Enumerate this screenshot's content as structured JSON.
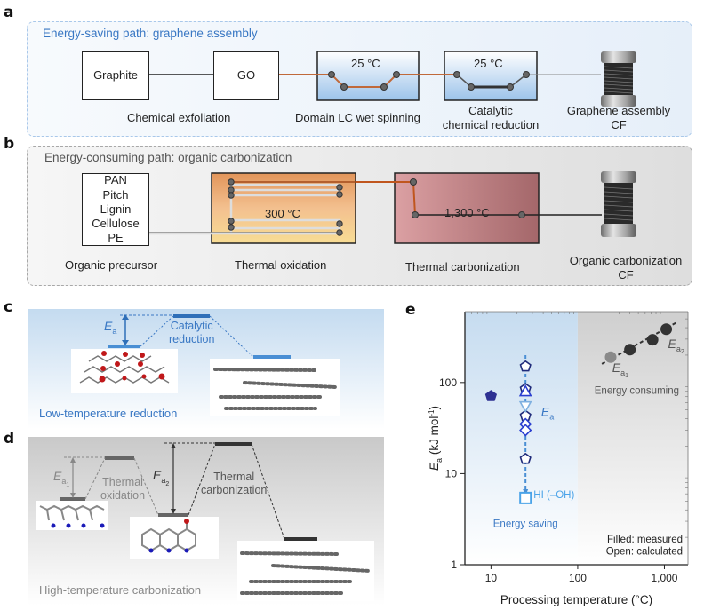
{
  "panels": {
    "a": {
      "letter": "a",
      "title": "Energy-saving path: graphene assembly",
      "colors": {
        "title": "#3a78c4",
        "border": "#a9c8ea",
        "bg": "#f1f6fc",
        "fiber": "#c0693a"
      },
      "boxes": {
        "graphite": "Graphite",
        "go": "GO"
      },
      "bath_temps": {
        "wet_spinning": "25 °C",
        "reduction": "25 °C"
      },
      "captions": {
        "exfoliation": "Chemical exfoliation",
        "wet_spinning": "Domain LC wet spinning",
        "reduction_line1": "Catalytic",
        "reduction_line2": "chemical reduction",
        "cf_line1": "Graphene assembly",
        "cf_line2": "CF"
      }
    },
    "b": {
      "letter": "b",
      "title": "Energy-consuming path: organic carbonization",
      "colors": {
        "title": "#555555",
        "border": "#a8a8a8",
        "bg": "#ececec"
      },
      "precursors": [
        "PAN",
        "Pitch",
        "Lignin",
        "Cellulose",
        "PE"
      ],
      "oxidation_temp": "300 °C",
      "carbonization_temp": "1,300 °C",
      "captions": {
        "precursor": "Organic precursor",
        "oxidation": "Thermal oxidation",
        "carbonization": "Thermal carbonization",
        "cf_line1": "Organic carbonization",
        "cf_line2": "CF"
      }
    },
    "c": {
      "letter": "c",
      "ea_symbol": "E",
      "ea_sub": "a",
      "step_line1": "Catalytic",
      "step_line2": "reduction",
      "footer": "Low-temperature reduction",
      "colors": {
        "accent": "#3a78c4",
        "level": "#4a8fd4"
      }
    },
    "d": {
      "letter": "d",
      "ea1_symbol": "E",
      "ea1_sub": "a",
      "ea1_subsub": "1",
      "ea2_symbol": "E",
      "ea2_sub": "a",
      "ea2_subsub": "2",
      "step1_line1": "Thermal",
      "step1_line2": "oxidation",
      "step2_line1": "Thermal",
      "step2_line2": "carbonization",
      "footer": "High-temperature carbonization"
    },
    "e": {
      "letter": "e"
    }
  },
  "chart_data": {
    "type": "scatter",
    "title": "",
    "xlabel": "Processing temperature (°C)",
    "ylabel": "E_a (kJ mol^-1)",
    "xscale": "log",
    "yscale": "log",
    "xlim": [
      5,
      1870
    ],
    "ylim": [
      1,
      600
    ],
    "xticks": [
      {
        "value": 10,
        "label": "10"
      },
      {
        "value": 100,
        "label": "100"
      },
      {
        "value": 1000,
        "label": "1,000"
      }
    ],
    "yticks": [
      {
        "value": 1,
        "label": "1"
      },
      {
        "value": 10,
        "label": "10"
      },
      {
        "value": 100,
        "label": "100"
      }
    ],
    "regions": [
      {
        "name": "Energy saving",
        "x_range": [
          5,
          100
        ],
        "color": "#c6dcf0"
      },
      {
        "name": "Energy consuming",
        "x_range": [
          100,
          1870
        ],
        "color": "#cfcfcf"
      }
    ],
    "series": [
      {
        "name": "measured-pentagon",
        "marker": "pentagon",
        "filled": true,
        "color": "#2e3192",
        "points": [
          {
            "x": 10,
            "y": 71
          }
        ]
      },
      {
        "name": "calculated-pentagon",
        "marker": "pentagon",
        "filled": false,
        "color": "#1f2a7a",
        "points": [
          {
            "x": 25,
            "y": 150
          },
          {
            "x": 25,
            "y": 85
          },
          {
            "x": 25,
            "y": 43
          },
          {
            "x": 25,
            "y": 14.5
          }
        ]
      },
      {
        "name": "calculated-triangle",
        "marker": "triangle-up",
        "filled": false,
        "color": "#2b3fd0",
        "points": [
          {
            "x": 25,
            "y": 80
          }
        ]
      },
      {
        "name": "calculated-triangle-down",
        "marker": "triangle-down",
        "filled": false,
        "color": "#7fb0e0",
        "points": [
          {
            "x": 25,
            "y": 55
          }
        ]
      },
      {
        "name": "calculated-diamond",
        "marker": "diamond",
        "filled": false,
        "color": "#2b3fd0",
        "points": [
          {
            "x": 25,
            "y": 35
          },
          {
            "x": 25,
            "y": 30
          }
        ]
      },
      {
        "name": "HI (-OH)",
        "marker": "square",
        "filled": false,
        "color": "#4aa3e8",
        "points": [
          {
            "x": 25,
            "y": 5.4
          }
        ]
      },
      {
        "name": "carbonization-Ea1",
        "marker": "circle",
        "filled": true,
        "color": "#8a8a8a",
        "points": [
          {
            "x": 240,
            "y": 190
          }
        ]
      },
      {
        "name": "carbonization",
        "marker": "circle",
        "filled": true,
        "color": "#333333",
        "points": [
          {
            "x": 400,
            "y": 230
          },
          {
            "x": 730,
            "y": 295
          },
          {
            "x": 1050,
            "y": 385
          }
        ]
      }
    ],
    "lines": [
      {
        "name": "Ea-trend-saving",
        "style": "dashed",
        "color": "#4a8fd4",
        "from": {
          "x": 25,
          "y": 200
        },
        "to": {
          "x": 25,
          "y": 6.3
        },
        "arrow": true
      },
      {
        "name": "Ea-trend-consuming",
        "style": "dashed",
        "color": "#333333",
        "from": {
          "x": 190,
          "y": 160
        },
        "to": {
          "x": 1400,
          "y": 460
        }
      }
    ],
    "annotations": [
      {
        "text": "E",
        "sub": "a",
        "color": "#3a78c4",
        "at": {
          "x": 38,
          "y": 43
        }
      },
      {
        "text": "HI (–OH)",
        "color": "#4aa3e8",
        "at": {
          "x": 31,
          "y": 5.4
        }
      },
      {
        "text": "Energy saving",
        "color": "#3a78c4",
        "at": {
          "x": 25,
          "y": 2.6
        }
      },
      {
        "text": "E",
        "sub": "a",
        "subsub": "1",
        "color": "#555555",
        "at": {
          "x": 250,
          "y": 130
        }
      },
      {
        "text": "E",
        "sub": "a",
        "subsub": "2",
        "color": "#555555",
        "at": {
          "x": 1100,
          "y": 240
        }
      },
      {
        "text": "Energy consuming",
        "color": "#555555",
        "at": {
          "x": 480,
          "y": 75
        }
      },
      {
        "text": "Filled: measured",
        "color": "#222222",
        "at": {
          "x": 1000,
          "y": 1.75
        }
      },
      {
        "text": "Open: calculated",
        "color": "#222222",
        "at": {
          "x": 1000,
          "y": 1.3
        }
      }
    ],
    "legend": "bottom-right"
  }
}
